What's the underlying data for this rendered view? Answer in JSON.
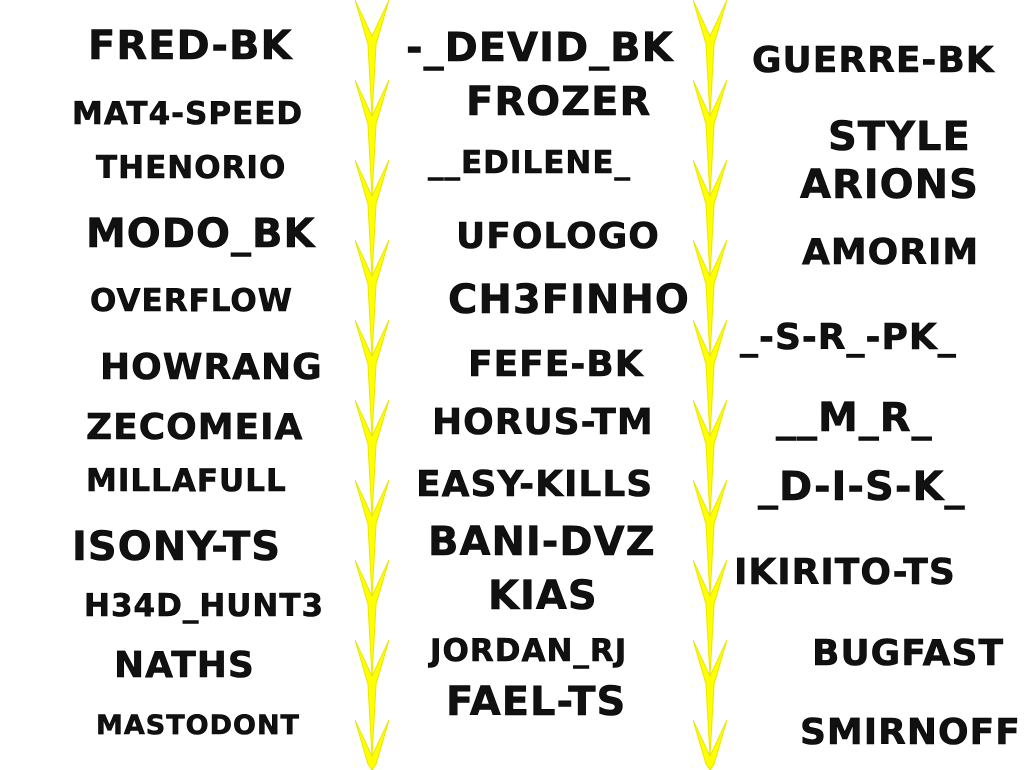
{
  "divider_color": "#ffff00",
  "divider_edge_color": "#e8e800",
  "text_color": "#111111",
  "columns": [
    {
      "names": [
        "FRED-BK",
        "MAT4-SPEED",
        "THENORIO",
        "MODO_BK",
        "OVERFLOW",
        "HOWRANG",
        "ZECOMEIA",
        "MILLAFULL",
        "ISONY-TS",
        "H34D_HUNT3",
        "NATHS",
        "MASTODONT"
      ]
    },
    {
      "names": [
        "-_DEVID_BK",
        "FROZER",
        "__EDILENE_",
        "UFOLOGO",
        "CH3FINHO",
        "FEFE-BK",
        "HORUS-TM",
        "EASY-KILLS",
        "BANI-DVZ",
        "KIAS",
        "JORDAN_RJ",
        "FAEL-TS"
      ]
    },
    {
      "names": [
        "GUERRE-BK",
        "STYLE",
        "ARIONS",
        "AMORIM",
        "_-S-R_-PK_",
        "__M_R_",
        "_D-I-S-K_",
        "IKIRITO-TS",
        "BUGFAST",
        "SMIRNOFF"
      ]
    }
  ]
}
